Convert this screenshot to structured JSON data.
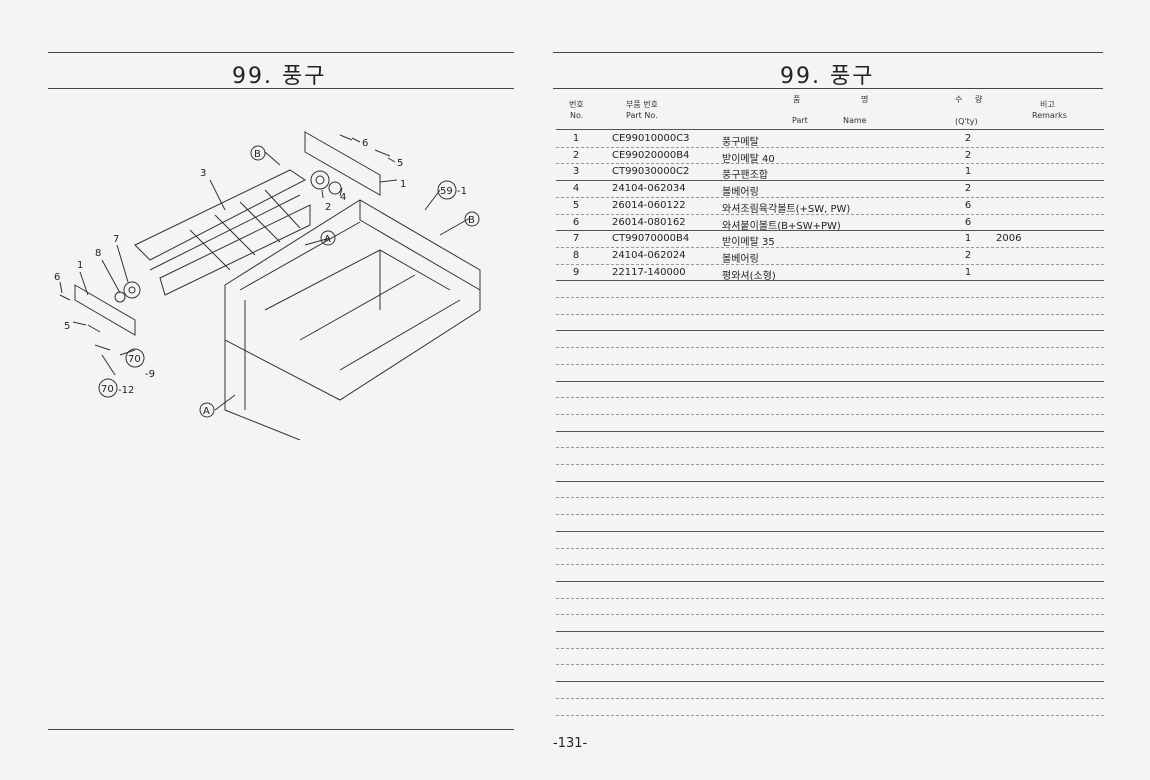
{
  "left_page": {
    "title": "99. 풍구"
  },
  "right_page": {
    "title": "99. 풍구"
  },
  "table": {
    "headers": {
      "no_ko": "번호",
      "no_en": "No.",
      "part_ko": "부품 번호",
      "part_en": "Part  No.",
      "name_ko_1": "품",
      "name_ko_2": "명",
      "name_en_1": "Part",
      "name_en_2": "Name",
      "qty_ko_1": "수",
      "qty_ko_2": "량",
      "qty_en": "(Q'ty)",
      "remarks_ko": "비고",
      "remarks_en": "Remarks"
    },
    "rows": [
      {
        "no": "1",
        "part": "CE99010000C3",
        "name": "풍구메탈",
        "qty": "2",
        "remarks": ""
      },
      {
        "no": "2",
        "part": "CE99020000B4",
        "name": "받이메탈 40",
        "qty": "2",
        "remarks": ""
      },
      {
        "no": "3",
        "part": "CT99030000C2",
        "name": "풍구팬조합",
        "qty": "1",
        "remarks": ""
      },
      {
        "no": "4",
        "part": "24104-062034",
        "name": "볼베어링",
        "qty": "2",
        "remarks": ""
      },
      {
        "no": "5",
        "part": "26014-060122",
        "name": "와셔조림육각볼트(+SW, PW)",
        "qty": "6",
        "remarks": ""
      },
      {
        "no": "6",
        "part": "26014-080162",
        "name": "와셔붙이볼트(B+SW+PW)",
        "qty": "6",
        "remarks": ""
      },
      {
        "no": "7",
        "part": "CT99070000B4",
        "name": "받이메탈 35",
        "qty": "1",
        "remarks": "2006"
      },
      {
        "no": "8",
        "part": "24104-062024",
        "name": "볼베어링",
        "qty": "2",
        "remarks": ""
      },
      {
        "no": "9",
        "part": "22117-140000",
        "name": "평와셔(소형)",
        "qty": "1",
        "remarks": ""
      }
    ]
  },
  "diagram_labels": {
    "l1": "1",
    "l1b": "1",
    "l2": "2",
    "l3": "3",
    "l4": "4",
    "l5": "5",
    "l5b": "5",
    "l6": "6",
    "l6b": "6",
    "l7": "7",
    "l8": "8",
    "ref59": "59",
    "ref59s": "-1",
    "ref70a": "70",
    "ref70as": "-9",
    "ref70b": "70",
    "ref70bs": "-12",
    "cA1": "A",
    "cA2": "A",
    "cB1": "B",
    "cB2": "B"
  },
  "page_number": "-131-"
}
